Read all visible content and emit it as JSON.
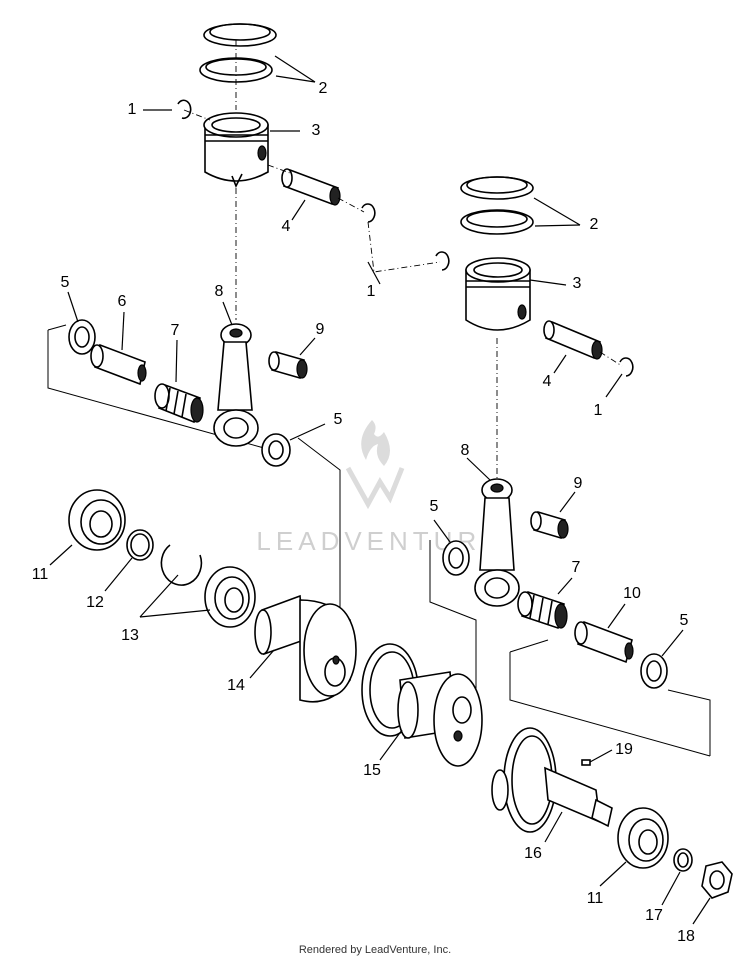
{
  "callouts": {
    "c1a": "1",
    "c1b": "1",
    "c1c": "1",
    "c2a": "2",
    "c2b": "2",
    "c3a": "3",
    "c3b": "3",
    "c4a": "4",
    "c4b": "4",
    "c5a": "5",
    "c5b": "5",
    "c5c": "5",
    "c5d": "5",
    "c6": "6",
    "c7a": "7",
    "c7b": "7",
    "c8a": "8",
    "c8b": "8",
    "c9a": "9",
    "c9b": "9",
    "c10": "10",
    "c11a": "11",
    "c11b": "11",
    "c12": "12",
    "c13": "13",
    "c14": "14",
    "c15": "15",
    "c16": "16",
    "c17": "17",
    "c18": "18",
    "c19": "19"
  },
  "watermark": "LEADVENTURE",
  "footer": "Rendered by LeadVenture, Inc."
}
